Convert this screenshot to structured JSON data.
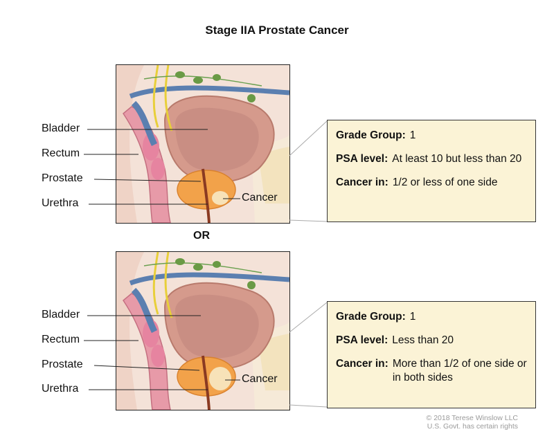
{
  "title": "Stage IIA Prostate Cancer",
  "separator": "OR",
  "panels": [
    {
      "labels": {
        "bladder": "Bladder",
        "rectum": "Rectum",
        "prostate": "Prostate",
        "urethra": "Urethra",
        "cancer": "Cancer"
      },
      "info": [
        {
          "key": "Grade Group:",
          "value": "1"
        },
        {
          "key": "PSA level:",
          "value": "At least 10 but less than 20"
        },
        {
          "key": "Cancer in:",
          "value": "1/2 or less of one side"
        }
      ]
    },
    {
      "labels": {
        "bladder": "Bladder",
        "rectum": "Rectum",
        "prostate": "Prostate",
        "urethra": "Urethra",
        "cancer": "Cancer"
      },
      "info": [
        {
          "key": "Grade Group:",
          "value": "1"
        },
        {
          "key": "PSA level:",
          "value": "Less than 20"
        },
        {
          "key": "Cancer in:",
          "value": "More than 1/2 of one side or in both sides"
        }
      ]
    }
  ],
  "copyright": {
    "line1": "© 2018 Terese Winslow LLC",
    "line2": "U.S. Govt. has certain rights"
  }
}
